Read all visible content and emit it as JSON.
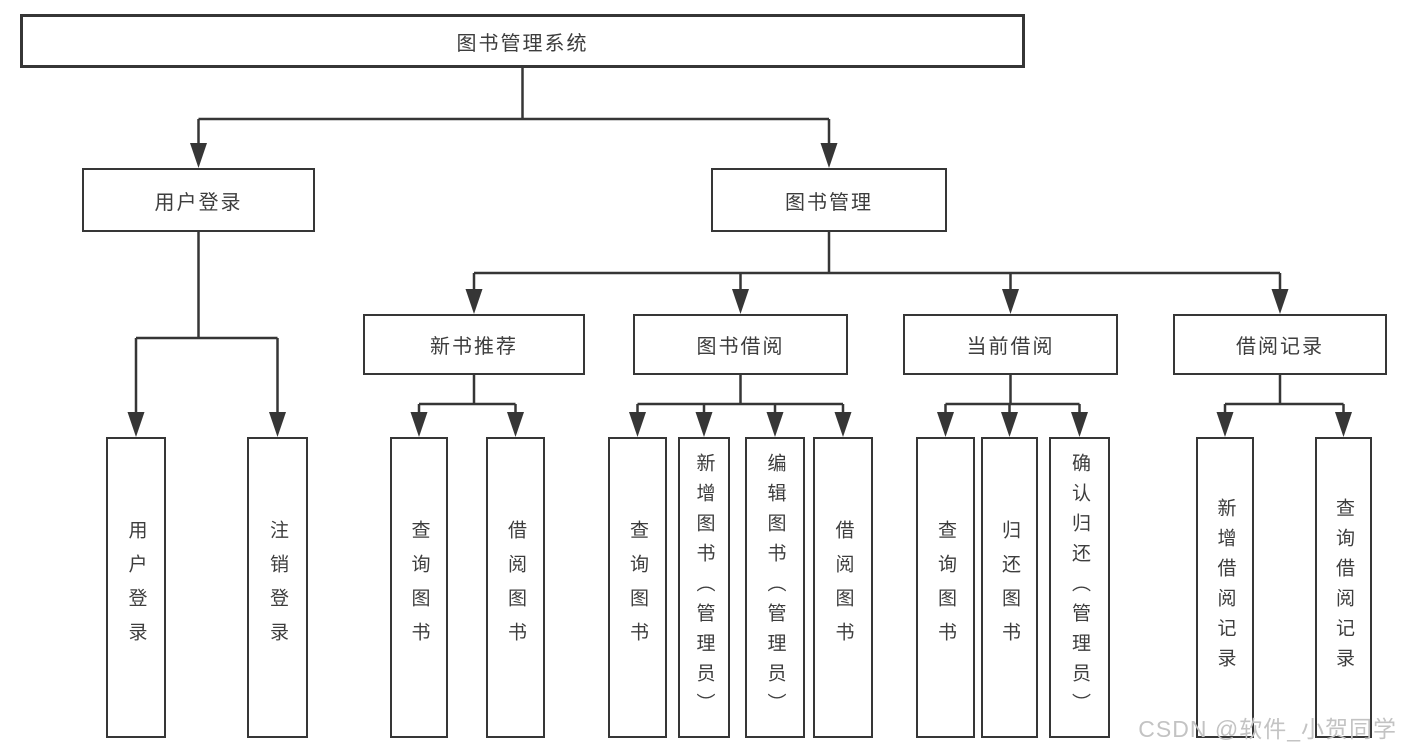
{
  "tree": {
    "label": "图书管理系统",
    "children": [
      {
        "label": "用户登录",
        "children": [
          {
            "label": "用户登录"
          },
          {
            "label": "注销登录"
          }
        ]
      },
      {
        "label": "图书管理",
        "children": [
          {
            "label": "新书推荐",
            "children": [
              {
                "label": "查询图书"
              },
              {
                "label": "借阅图书"
              }
            ]
          },
          {
            "label": "图书借阅",
            "children": [
              {
                "label": "查询图书"
              },
              {
                "label": "新增图书（管理员）"
              },
              {
                "label": "编辑图书（管理员）"
              },
              {
                "label": "借阅图书"
              }
            ]
          },
          {
            "label": "当前借阅",
            "children": [
              {
                "label": "查询图书"
              },
              {
                "label": "归还图书"
              },
              {
                "label": "确认归还（管理员）"
              }
            ]
          },
          {
            "label": "借阅记录",
            "children": [
              {
                "label": "新增借阅记录"
              },
              {
                "label": "查询借阅记录"
              }
            ]
          }
        ]
      }
    ]
  },
  "watermark": {
    "text": "CSDN @软件_小贺同学"
  },
  "colors": {
    "line": "#363636",
    "text": "#3d3d3d",
    "watermark": "#c3c3c3",
    "background": "#ffffff"
  }
}
